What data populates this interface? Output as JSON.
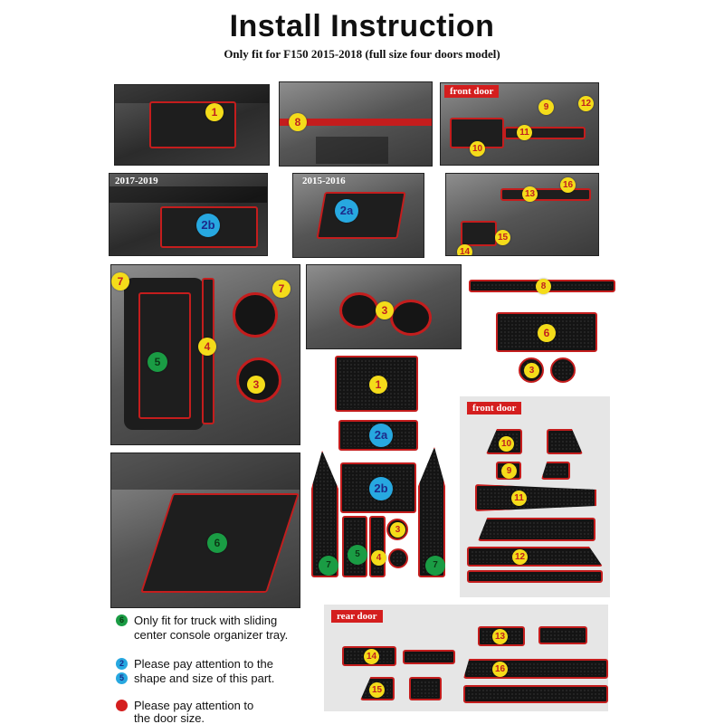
{
  "header": {
    "title": "Install Instruction",
    "subtitle": "Only fit for F150 2015-2018 (full size four doors model)"
  },
  "tags": {
    "front_door_photo": "front door",
    "front_door_panel": "front door",
    "rear_door_panel": "rear door",
    "year_2017": "2017-2019",
    "year_2015": "2015-2016"
  },
  "markers": {
    "n1": "1",
    "n2a": "2a",
    "n2b": "2b",
    "n3": "3",
    "n4": "4",
    "n5": "5",
    "n6": "6",
    "n7": "7",
    "n8": "8",
    "n9": "9",
    "n10": "10",
    "n11": "11",
    "n12": "12",
    "n13": "13",
    "n14": "14",
    "n15": "15",
    "n16": "16"
  },
  "notes": [
    {
      "marker": "6",
      "marker_color": "#1a9c44",
      "lines": [
        "Only fit for truck with sliding",
        "center console organizer tray."
      ]
    },
    {
      "marker": "2",
      "marker_color": "#27a8e0",
      "lines": [
        "Please pay attention to the"
      ]
    },
    {
      "marker": "5",
      "marker_color": "#27a8e0",
      "lines": [
        "shape and size of this part."
      ]
    },
    {
      "marker": "",
      "marker_color": "#d41e1e",
      "lines": [
        "Please pay attention to",
        "the door size."
      ]
    }
  ],
  "colors": {
    "accent_red": "#c41d1d",
    "marker_yellow": "#f4dc1a",
    "marker_blue": "#27a8e0",
    "marker_green": "#1a9c44"
  }
}
